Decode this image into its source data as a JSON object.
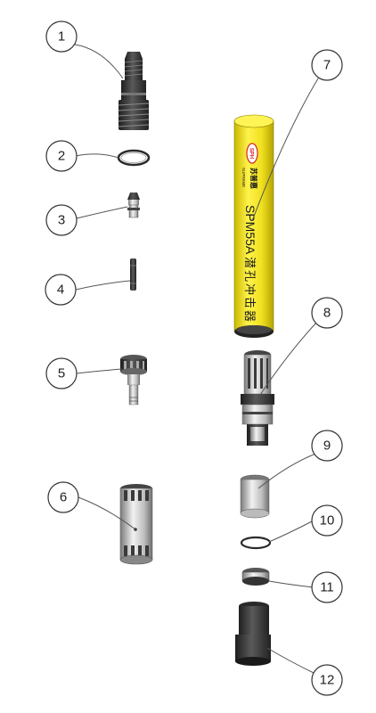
{
  "callouts": [
    "1",
    "2",
    "3",
    "4",
    "5",
    "6",
    "7",
    "8",
    "9",
    "10",
    "11",
    "12"
  ],
  "tube": {
    "logo": "SPH",
    "brand_cn": "苏普惠",
    "brand_en": "SUPREME",
    "model": "SPM55A",
    "product_cn": "潜孔冲击器"
  },
  "colors": {
    "tube_yellow": "#f3e62a",
    "metal_dark": "#3d3d3d",
    "metal_light": "#c8c8c8",
    "logo_red": "#d8232a"
  }
}
